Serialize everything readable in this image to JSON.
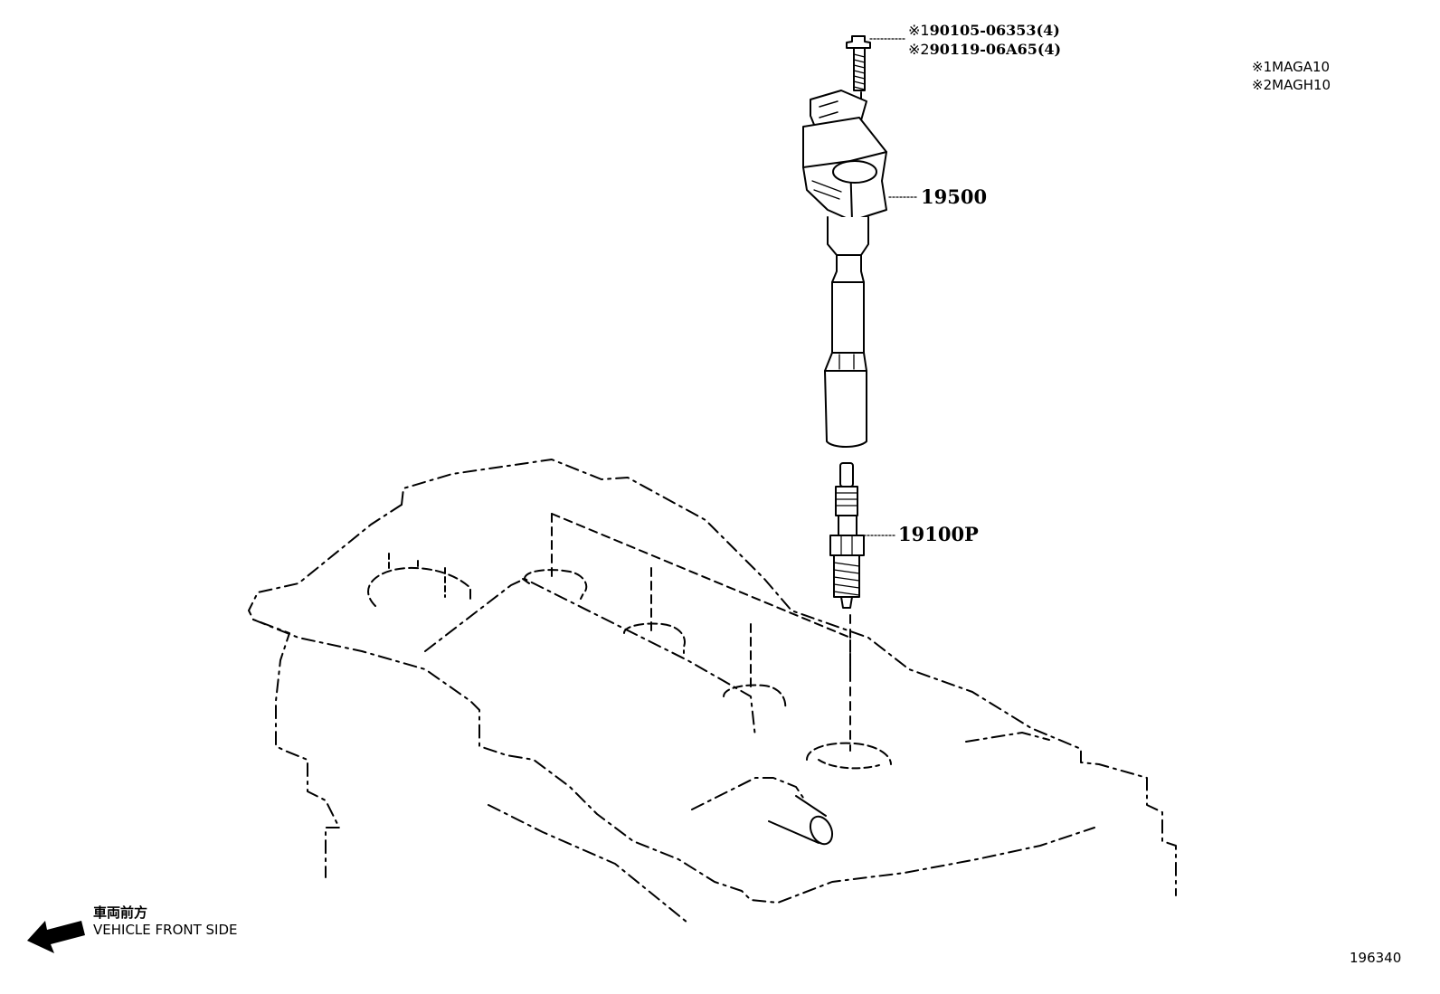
{
  "callouts": {
    "bolt_line1": {
      "mark": "※1",
      "part": "90105-06353(4)"
    },
    "bolt_line2": {
      "mark": "※2",
      "part": "90119-06A65(4)"
    },
    "ignition_coil": "19500",
    "spark_plug": "19100P"
  },
  "model_legend": [
    {
      "mark": "※1",
      "model": "MAGA10"
    },
    {
      "mark": "※2",
      "model": "MAGH10"
    }
  ],
  "direction": {
    "label_jp": "車両前方",
    "label_en": "VEHICLE FRONT SIDE"
  },
  "illustration_number": "196340",
  "colors": {
    "line": "#000000",
    "background": "#ffffff"
  }
}
